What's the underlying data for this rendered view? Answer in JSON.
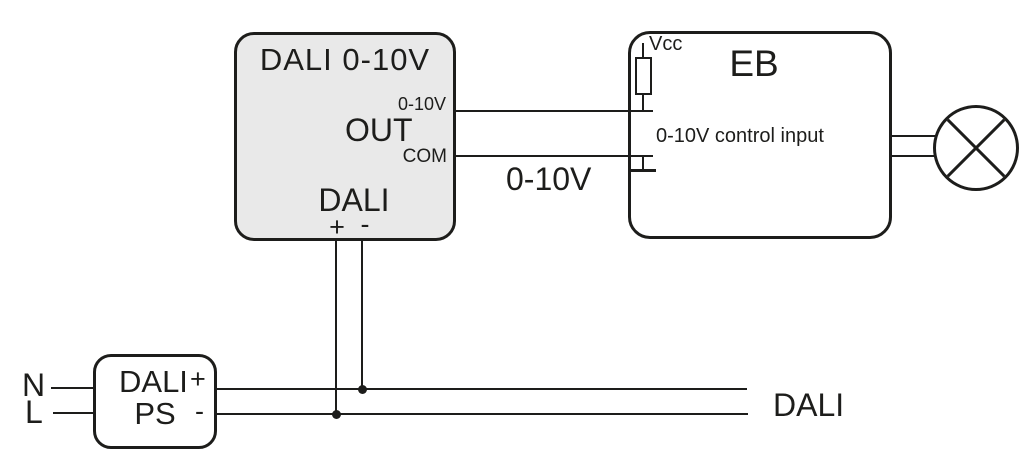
{
  "diagram": {
    "converter": {
      "title": "DALI 0-10V",
      "out_label": "OUT",
      "terminal_0_10v": "0-10V",
      "terminal_com": "COM",
      "dali_label": "DALI",
      "plus": "+",
      "minus": "-"
    },
    "eb": {
      "title": "EB",
      "vcc_label": "Vcc",
      "control_input_label": "0-10V control input"
    },
    "ps": {
      "line1": "DALI",
      "line2": "PS",
      "plus": "+",
      "minus": "-",
      "mains_n": "N",
      "mains_l": "L"
    },
    "wire_labels": {
      "analog_link": "0-10V",
      "dali_bus": "DALI"
    },
    "colors": {
      "line": "#1d1d1b",
      "converter_fill": "#e9e9e9",
      "box_fill": "#ffffff",
      "background": "#ffffff"
    }
  }
}
